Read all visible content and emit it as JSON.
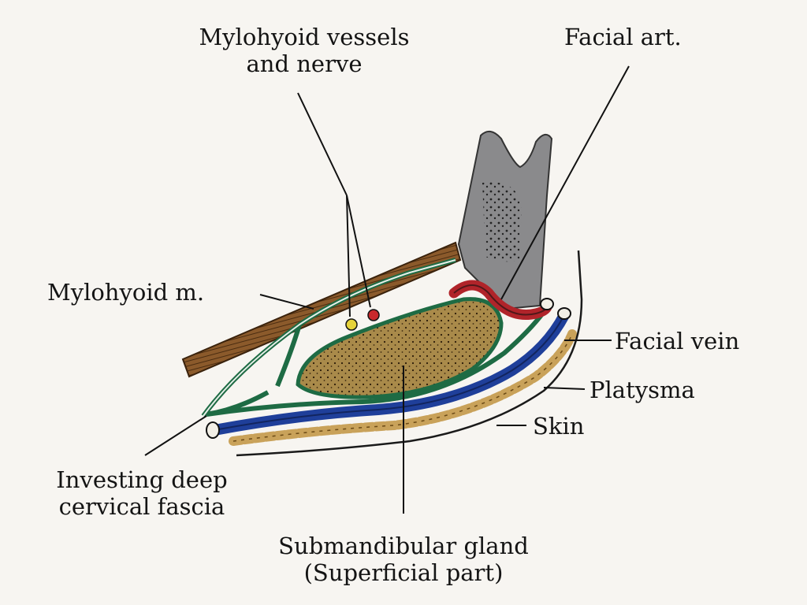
{
  "labels": {
    "mylohyoid_vessels": [
      "Mylohyoid vessels",
      "and nerve"
    ],
    "facial_art": "Facial art.",
    "mylohyoid_m": "Mylohyoid m.",
    "facial_vein": "Facial vein",
    "platysma": "Platysma",
    "skin": "Skin",
    "investing_fascia": [
      "Investing deep",
      "cervical fascia"
    ],
    "submandibular": [
      "Submandibular gland",
      "(Superficial part)"
    ]
  },
  "colors": {
    "bone": "#8a8a8c",
    "muscle": "#8b5a2b",
    "gland": "#a98a4a",
    "fascia": "#1e6b44",
    "artery": "#b0242a",
    "vein": "#1f3f9a",
    "platysma": "#c9a25a",
    "vessel_yellow": "#e6d23a",
    "vessel_red": "#c8282c"
  }
}
